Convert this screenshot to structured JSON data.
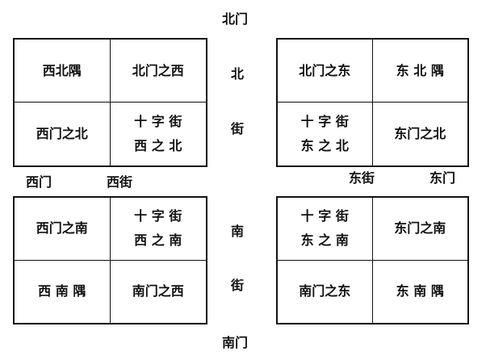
{
  "labels": {
    "north_gate": "北门",
    "north_street_1": "北",
    "north_street_2": "街",
    "west_gate": "西门",
    "west_street": "西街",
    "east_street": "东街",
    "east_gate": "东门",
    "south_street_1": "南",
    "south_street_2": "街",
    "south_gate": "南门"
  },
  "quadrants": {
    "top_left": [
      "西北隅",
      "北门之西",
      "西门之北",
      [
        "十 字 街",
        "西 之 北"
      ]
    ],
    "top_right": [
      "北门之东",
      "东 北 隅",
      [
        "十 字 街",
        "东 之 北"
      ],
      "东门之北"
    ],
    "bottom_left": [
      "西门之南",
      [
        "十 字 街",
        "西 之 南"
      ],
      "西 南 隅",
      "南门之西"
    ],
    "bottom_right": [
      [
        "十 字 街",
        "东 之 南"
      ],
      "东门之南",
      "南门之东",
      "东 南 隅"
    ]
  }
}
